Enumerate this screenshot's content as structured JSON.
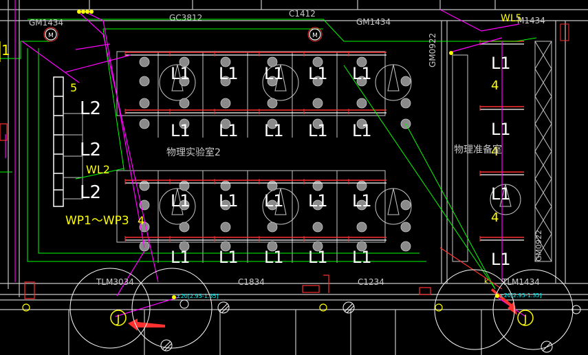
{
  "labels": {
    "gm1434_top_left": "GM1434",
    "gc3812": "GC3812",
    "c1412": "C1412",
    "gm1434_top_mid": "GM1434",
    "wl5": "WL5",
    "m1434_top_right": "M1434",
    "gm0922_top": "GM0922",
    "gm0922_right": "GM0922",
    "num_5": "5",
    "l2_a": "L2",
    "l2_b": "L2",
    "wl2": "WL2",
    "l2_c": "L2",
    "wp": "WP1～WP3",
    "num_4_left": "4",
    "lab2": "物理实验室2",
    "prep_room": "物理准备室",
    "tlm3034": "TLM3034",
    "c1834": "C1834",
    "c1234": "C1234",
    "tlm1434": "TLM1434",
    "elev_left": "±20[2.95-1.35]",
    "elev_right": "±20[2.95-1.35]",
    "k_mark": "k",
    "j_left": "J",
    "j_right": "J",
    "one_left": "1",
    "motor": "M"
  },
  "fixture_labels": {
    "l1": "L1",
    "four": "4"
  },
  "colors": {
    "background": "#000000",
    "wall": "#c8c8c8",
    "magenta": "#ff00ff",
    "green": "#00ff00",
    "yellow": "#ffff00",
    "red": "#ff3030",
    "cyan": "#00ffff"
  }
}
